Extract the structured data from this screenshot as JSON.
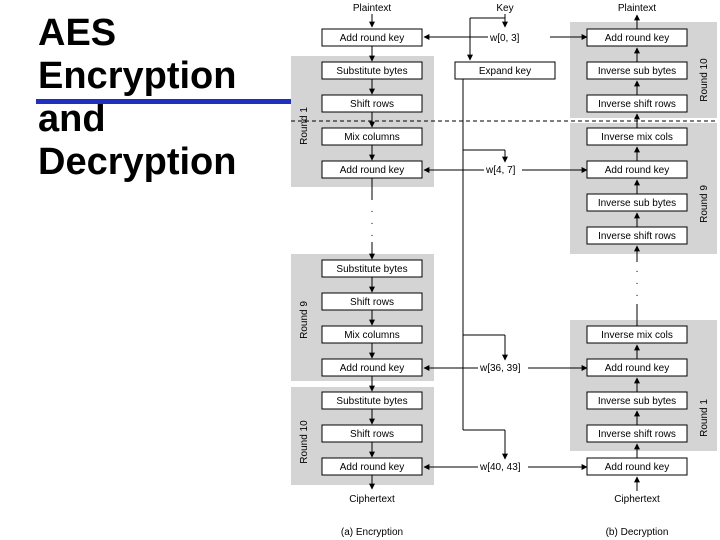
{
  "slide": {
    "title_lines": [
      "AES",
      "Encryption",
      "and",
      "Decryption"
    ],
    "accent_color": "#1f2fbf"
  },
  "diagram": {
    "encryption": {
      "input": "Plaintext",
      "output": "Ciphertext",
      "caption": "(a) Encryption",
      "rounds": [
        {
          "label": "Round 1",
          "boxes": [
            "Substitute bytes",
            "Shift rows",
            "Mix columns",
            "Add round key"
          ]
        },
        {
          "label": "Round 9",
          "boxes": [
            "Substitute bytes",
            "Shift rows",
            "Mix columns",
            "Add round key"
          ]
        },
        {
          "label": "Round 10",
          "boxes": [
            "Substitute bytes",
            "Shift rows",
            "Add round key"
          ]
        }
      ],
      "initial_box": "Add round key"
    },
    "key": {
      "label": "Key",
      "expand": "Expand key",
      "words": [
        "w[0, 3]",
        "w[4, 7]",
        "w[36, 39]",
        "w[40, 43]"
      ]
    },
    "decryption": {
      "input": "Plaintext",
      "output": "Ciphertext",
      "caption": "(b) Decryption",
      "rounds": [
        {
          "label": "Round 10",
          "boxes": [
            "Inverse sub bytes",
            "Inverse shift rows"
          ]
        },
        {
          "label": "Round 9",
          "boxes": [
            "Inverse mix cols",
            "Add round key",
            "Inverse sub bytes",
            "Inverse shift rows"
          ]
        },
        {
          "label": "Round 1",
          "boxes": [
            "Inverse mix cols",
            "Add round key",
            "Inverse sub bytes",
            "Inverse shift rows"
          ]
        }
      ],
      "initial_box": "Add round key",
      "final_box": "Add round key"
    },
    "colors": {
      "round_panel": "#d4d4d4",
      "box_fill": "#ffffff",
      "line": "#000000"
    }
  }
}
